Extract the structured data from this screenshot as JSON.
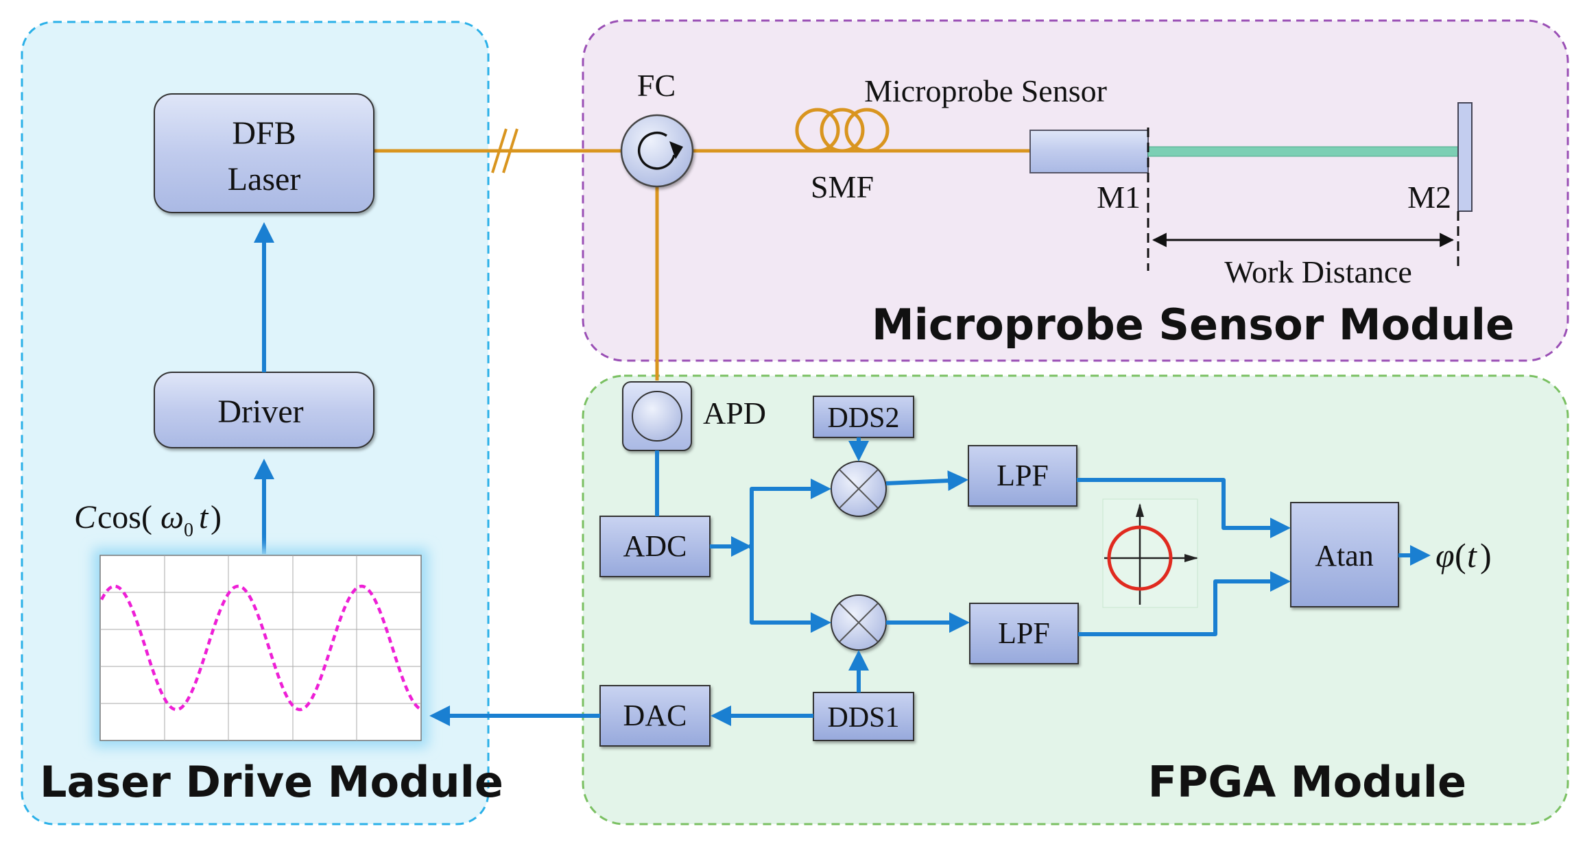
{
  "modules": {
    "laser_drive": "Laser Drive Module",
    "microprobe": "Microprobe Sensor Module",
    "fpga": "FPGA Module"
  },
  "blocks": {
    "dfb_line1": "DFB",
    "dfb_line2": "Laser",
    "driver": "Driver",
    "apd": "APD",
    "adc": "ADC",
    "dac": "DAC",
    "dds1": "DDS1",
    "dds2": "DDS2",
    "lpf_top": "LPF",
    "lpf_bottom": "LPF",
    "atan": "Atan"
  },
  "labels": {
    "fc": "FC",
    "smf": "SMF",
    "microprobe_sensor": "Microprobe Sensor",
    "m1": "M1",
    "m2": "M2",
    "work_distance": "Work Distance",
    "signal_c": "C",
    "signal_cos": "cos(",
    "signal_omega": "ω",
    "signal_sub0": "0",
    "signal_t": "t",
    "signal_close": ")",
    "output_phi": "φ",
    "output_open": "(",
    "output_t": "t",
    "output_close": ")"
  },
  "colors": {
    "fiber": "#d9951f",
    "signal": "#1a7fd1",
    "waveform": "#ee1fd6",
    "laser_drive_bg": "#dff4fb",
    "laser_drive_border": "#2ab0e8",
    "microprobe_bg": "#f2e8f4",
    "microprobe_border": "#9a4fb5",
    "fpga_bg": "#e3f4e9",
    "fpga_border": "#7ac062",
    "block_fill": "#b9c6ea",
    "circle_red": "#e02a1f",
    "beam": "#7ccfb4"
  }
}
